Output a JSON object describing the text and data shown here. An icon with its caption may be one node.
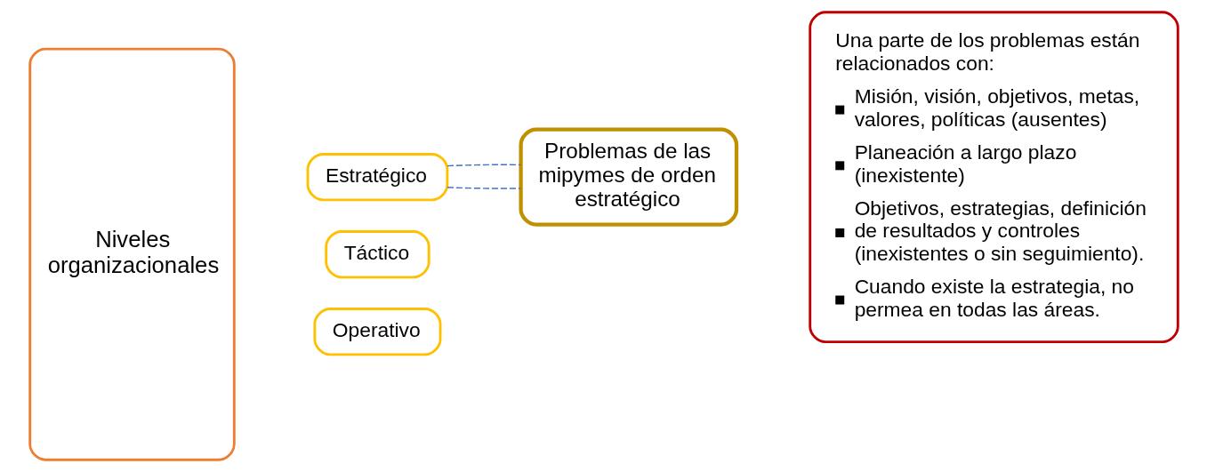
{
  "diagram": {
    "nodes": [
      {
        "text": [
          "Niveles organizacionales"
        ]
      },
      {
        "text": [
          "Estratégico"
        ]
      },
      {
        "text": [
          "Táctico"
        ]
      },
      {
        "text": [
          "Operativo"
        ]
      },
      {
        "text": [
          "Problemas de las mipymes de orden estratégico"
        ]
      },
      {
        "text": [
          "Una parte de los problemas están relacionados con:",
          "Misión, visión, objetivos, metas, valores, políticas (ausentes)",
          "Planeación a largo plazo (inexistente)",
          "Objetivos, estrategias, definición de resultados y controles (inexistentes o sin seguimiento).",
          "Cuando existe la estrategia, no permea en todas las áreas."
        ]
      }
    ],
    "edges": [
      {
        "from": 1,
        "to": 4,
        "arrow": "none",
        "style": "dashed"
      },
      {
        "from": 1,
        "to": 4,
        "arrow": "none",
        "style": "dashed"
      }
    ]
  }
}
